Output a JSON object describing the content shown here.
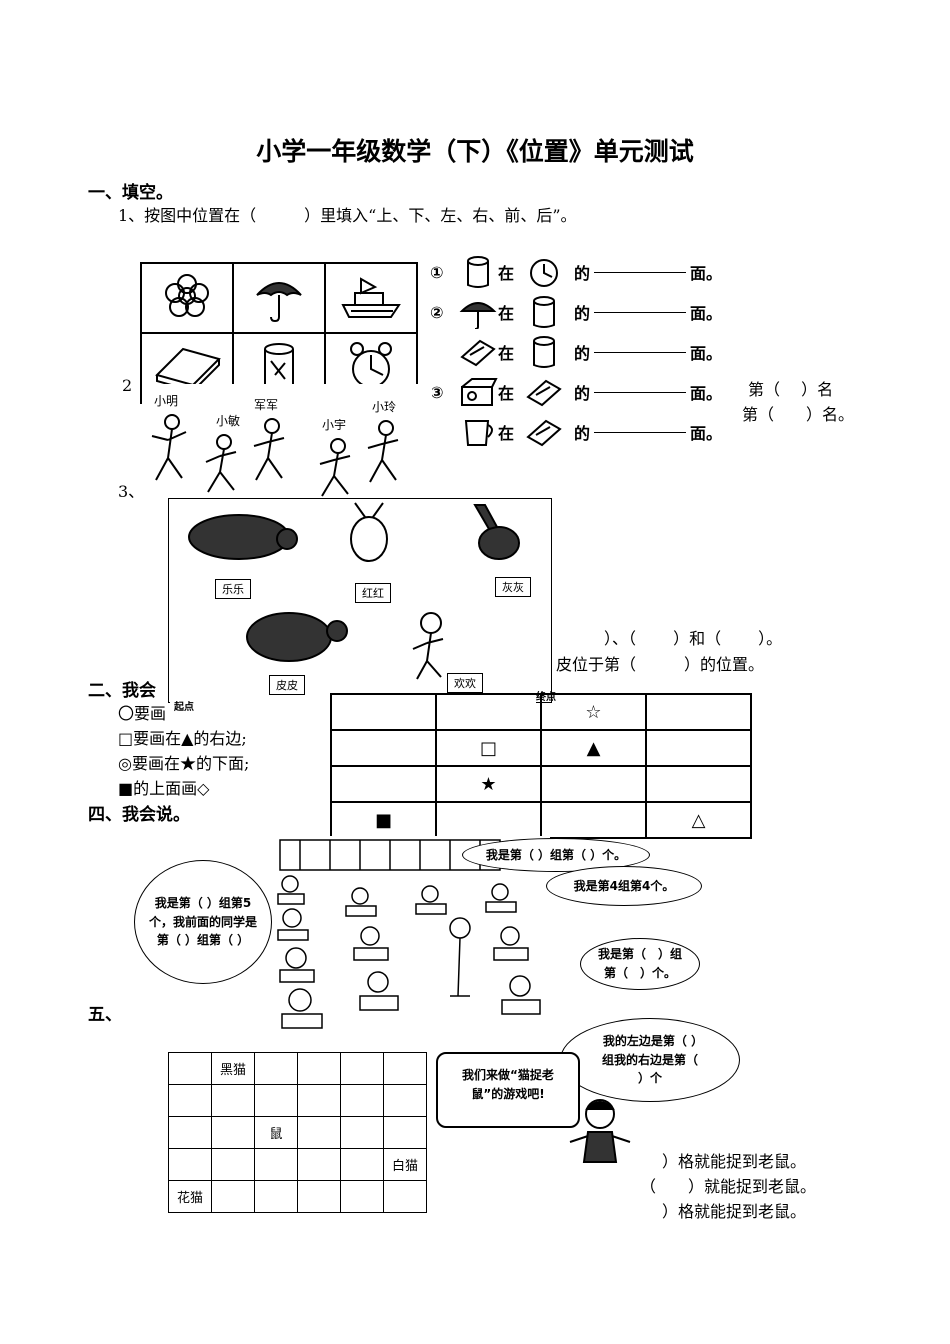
{
  "title": "小学一年级数学（下）《位置》单元测试",
  "section1": {
    "heading": "一、填空。",
    "q1": "1、按图中位置在（　　　）里填入“上、下、左、右、前、后”。",
    "q1_rows": [
      {
        "num": "①",
        "in": "在",
        "of": "的",
        "suffix": "面。"
      },
      {
        "num": "②",
        "in": "在",
        "of": "的",
        "suffix": "面。"
      },
      {
        "num": "",
        "in": "在",
        "of": "的",
        "suffix": "面。"
      },
      {
        "num": "③",
        "in": "在",
        "of": "的",
        "suffix": "面。"
      },
      {
        "num": "",
        "in": "在",
        "of": "的",
        "suffix": "面。"
      }
    ],
    "q2_num": "2",
    "q2_right1": "第（　 ）名",
    "q2_right2": "第（　　）名。",
    "runners": [
      "小明",
      "小敏",
      "军军",
      "小宇",
      "小玲"
    ],
    "q3_num": "3、",
    "animals": [
      "乐乐",
      "红红",
      "灰灰",
      "皮皮",
      "欢欢"
    ],
    "start": "起点",
    "finish": "终点",
    "q3_line1": "）、（　　 ）和（　　 ）。",
    "q3_line2": "皮位于第（　　　）的位置。"
  },
  "section2": {
    "heading": "二、我会",
    "items": [
      "〇要画",
      "□要画在▲的右边;",
      "◎要画在★的下面;",
      "■的上面画◇"
    ],
    "shapes_grid": [
      [
        "",
        "",
        "☆",
        ""
      ],
      [
        "",
        "□",
        "▲",
        ""
      ],
      [
        "",
        "★",
        "",
        ""
      ],
      [
        "■",
        "",
        "",
        "△"
      ]
    ]
  },
  "section4": {
    "heading": "四、我会说。",
    "bubbles": [
      "我是第（ ）组第（ ）个。",
      "我是第4组第4个。",
      "我是第（ ）组第5个，我前面的同学是第（ ）组第（ ）",
      "我是第（　）组第（　）个。",
      "我的左边是第（ ）组我的右边是第（ ）个"
    ]
  },
  "section5": {
    "heading": "五、",
    "cat_grid": [
      [
        "",
        "黑猫",
        "",
        "",
        "",
        ""
      ],
      [
        "",
        "",
        "",
        "",
        "",
        ""
      ],
      [
        "",
        "",
        "鼠",
        "",
        "",
        ""
      ],
      [
        "",
        "",
        "",
        "",
        "",
        "白猫"
      ],
      [
        "花猫",
        "",
        "",
        "",
        "",
        ""
      ]
    ],
    "speech": "我们来做“猫捉老鼠”的游戏吧!",
    "lines": [
      "）格就能捉到老鼠。",
      "（　　）就能捉到老鼠。",
      "）格就能捉到老鼠。"
    ]
  }
}
